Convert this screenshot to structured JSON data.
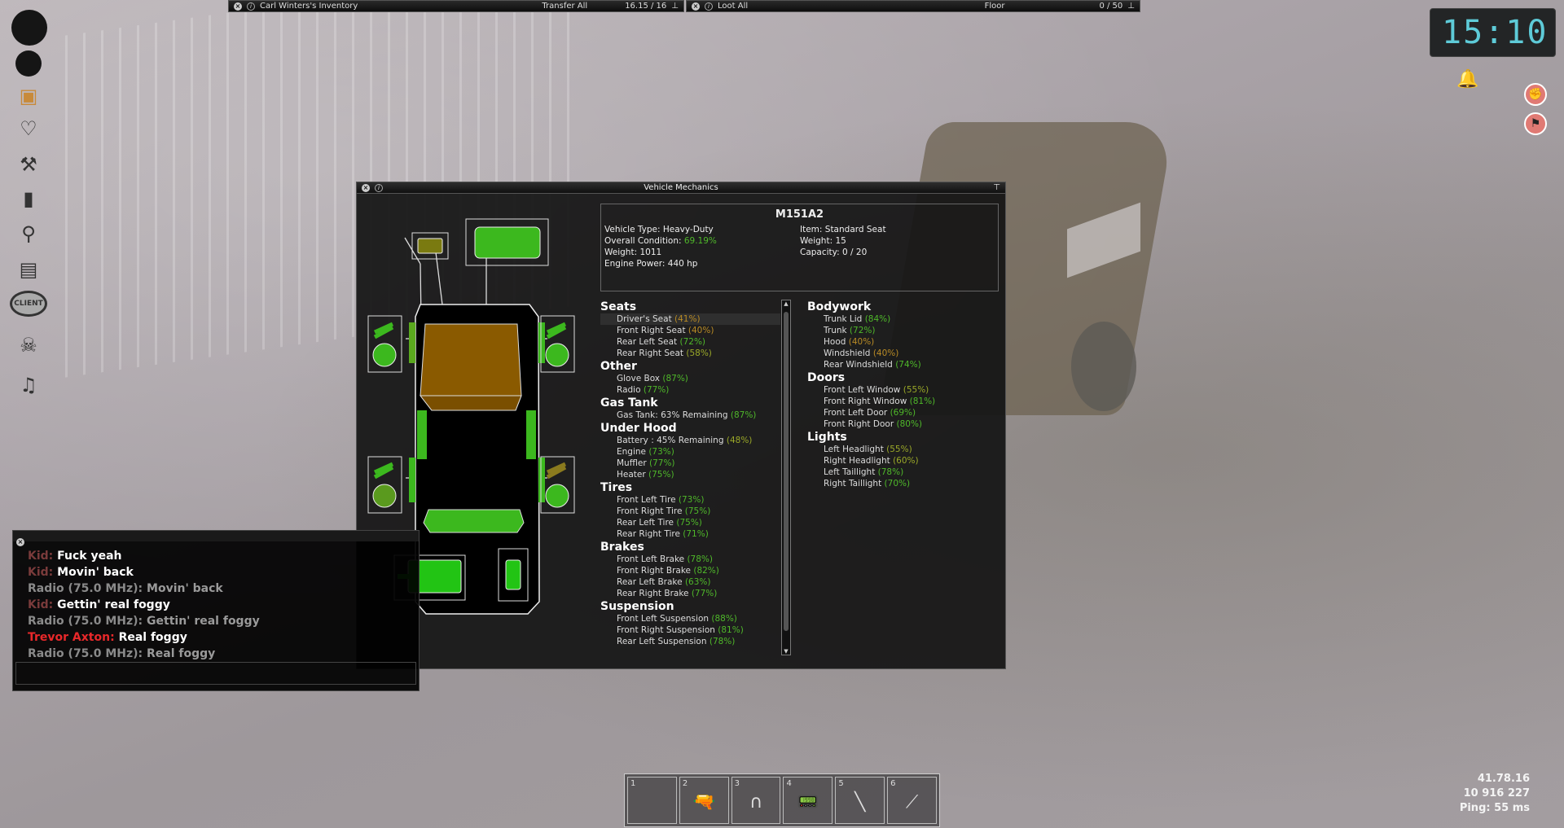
{
  "inventory_bar": {
    "title": "Carl Winters's Inventory",
    "transfer_all": "Transfer All",
    "weight": "16.15 / 16"
  },
  "loot_bar": {
    "title": "Loot All",
    "location": "Floor",
    "weight": "0 / 50"
  },
  "clock": {
    "time": "15:10"
  },
  "window": {
    "title": "Vehicle Mechanics"
  },
  "info": {
    "name": "M151A2",
    "left": [
      {
        "label": "Vehicle Type: Heavy-Duty"
      },
      {
        "label": "Overall Condition: ",
        "value": "69.19%"
      },
      {
        "label": "Weight: 1011"
      },
      {
        "label": "Engine Power: 440 hp"
      }
    ],
    "right": [
      {
        "label": "Item: Standard Seat"
      },
      {
        "label": "Weight: 15"
      },
      {
        "label": "Capacity: 0 / 20"
      }
    ]
  },
  "parts_left": [
    {
      "category": "Seats",
      "items": [
        {
          "name": "Driver's Seat",
          "pct": "41%",
          "c": "o",
          "sel": true
        },
        {
          "name": "Front Right Seat",
          "pct": "40%",
          "c": "o"
        },
        {
          "name": "Rear Left Seat",
          "pct": "72%",
          "c": "g"
        },
        {
          "name": "Rear Right Seat",
          "pct": "58%",
          "c": "y"
        }
      ]
    },
    {
      "category": "Other",
      "items": [
        {
          "name": "Glove Box",
          "pct": "87%",
          "c": "g"
        },
        {
          "name": "Radio",
          "pct": "77%",
          "c": "g"
        }
      ]
    },
    {
      "category": "Gas Tank",
      "items": [
        {
          "name": "Gas Tank: 63% Remaining",
          "pct": "87%",
          "c": "g"
        }
      ]
    },
    {
      "category": "Under Hood",
      "items": [
        {
          "name": "Battery : 45% Remaining",
          "pct": "48%",
          "c": "y"
        },
        {
          "name": "Engine",
          "pct": "73%",
          "c": "g"
        },
        {
          "name": "Muffler",
          "pct": "77%",
          "c": "g"
        },
        {
          "name": "Heater",
          "pct": "75%",
          "c": "g"
        }
      ]
    },
    {
      "category": "Tires",
      "items": [
        {
          "name": "Front Left Tire",
          "pct": "73%",
          "c": "g"
        },
        {
          "name": "Front Right Tire",
          "pct": "75%",
          "c": "g"
        },
        {
          "name": "Rear Left Tire",
          "pct": "75%",
          "c": "g"
        },
        {
          "name": "Rear Right Tire",
          "pct": "71%",
          "c": "g"
        }
      ]
    },
    {
      "category": "Brakes",
      "items": [
        {
          "name": "Front Left Brake",
          "pct": "78%",
          "c": "g"
        },
        {
          "name": "Front Right Brake",
          "pct": "82%",
          "c": "g"
        },
        {
          "name": "Rear Left Brake",
          "pct": "63%",
          "c": "g"
        },
        {
          "name": "Rear Right Brake",
          "pct": "77%",
          "c": "g"
        }
      ]
    },
    {
      "category": "Suspension",
      "items": [
        {
          "name": "Front Left Suspension",
          "pct": "88%",
          "c": "g"
        },
        {
          "name": "Front Right Suspension",
          "pct": "81%",
          "c": "g"
        },
        {
          "name": "Rear Left Suspension",
          "pct": "78%",
          "c": "g"
        }
      ]
    }
  ],
  "parts_right": [
    {
      "category": "Bodywork",
      "items": [
        {
          "name": "Trunk Lid",
          "pct": "84%",
          "c": "g"
        },
        {
          "name": "Trunk",
          "pct": "72%",
          "c": "g"
        },
        {
          "name": "Hood",
          "pct": "40%",
          "c": "o"
        },
        {
          "name": "Windshield",
          "pct": "40%",
          "c": "o"
        },
        {
          "name": "Rear Windshield",
          "pct": "74%",
          "c": "g"
        }
      ]
    },
    {
      "category": "Doors",
      "items": [
        {
          "name": "Front Left Window",
          "pct": "55%",
          "c": "y"
        },
        {
          "name": "Front Right Window",
          "pct": "81%",
          "c": "g"
        },
        {
          "name": "Front Left Door",
          "pct": "69%",
          "c": "g"
        },
        {
          "name": "Front Right Door",
          "pct": "80%",
          "c": "g"
        }
      ]
    },
    {
      "category": "Lights",
      "items": [
        {
          "name": "Left Headlight",
          "pct": "55%",
          "c": "y"
        },
        {
          "name": "Right Headlight",
          "pct": "60%",
          "c": "y"
        },
        {
          "name": "Left Taillight",
          "pct": "78%",
          "c": "g"
        },
        {
          "name": "Right Taillight",
          "pct": "70%",
          "c": "g"
        }
      ]
    }
  ],
  "chat": [
    {
      "who": "Kid: ",
      "msg": "Fuck yeah",
      "c": "#7a3b3b"
    },
    {
      "who": "Kid: ",
      "msg": "Movin' back",
      "c": "#7a3b3b"
    },
    {
      "who": "Radio (75.0 MHz): ",
      "msg": "Movin' back",
      "c": "#8a8a8a",
      "mc": "#9a9a9a"
    },
    {
      "who": "Kid: ",
      "msg": "Gettin' real foggy",
      "c": "#7a3b3b"
    },
    {
      "who": "Radio (75.0 MHz): ",
      "msg": "Gettin' real foggy",
      "c": "#8a8a8a",
      "mc": "#9a9a9a"
    },
    {
      "who": "Trevor Axton: ",
      "msg": "Real foggy",
      "c": "#e8282a"
    },
    {
      "who": "Radio (75.0 MHz): ",
      "msg": "Real foggy",
      "c": "#8a8a8a",
      "mc": "#9a9a9a"
    }
  ],
  "hotbar": [
    {
      "n": "1",
      "icon": ""
    },
    {
      "n": "2",
      "icon": "pistol-icon"
    },
    {
      "n": "3",
      "icon": "holster-icon"
    },
    {
      "n": "4",
      "icon": "walkie-talkie-icon"
    },
    {
      "n": "5",
      "icon": "nightstick-icon"
    },
    {
      "n": "6",
      "icon": "rifle-icon"
    }
  ],
  "stats": {
    "version": "41.78.16",
    "id": "10 916 227",
    "ping": "Ping: 55 ms"
  }
}
